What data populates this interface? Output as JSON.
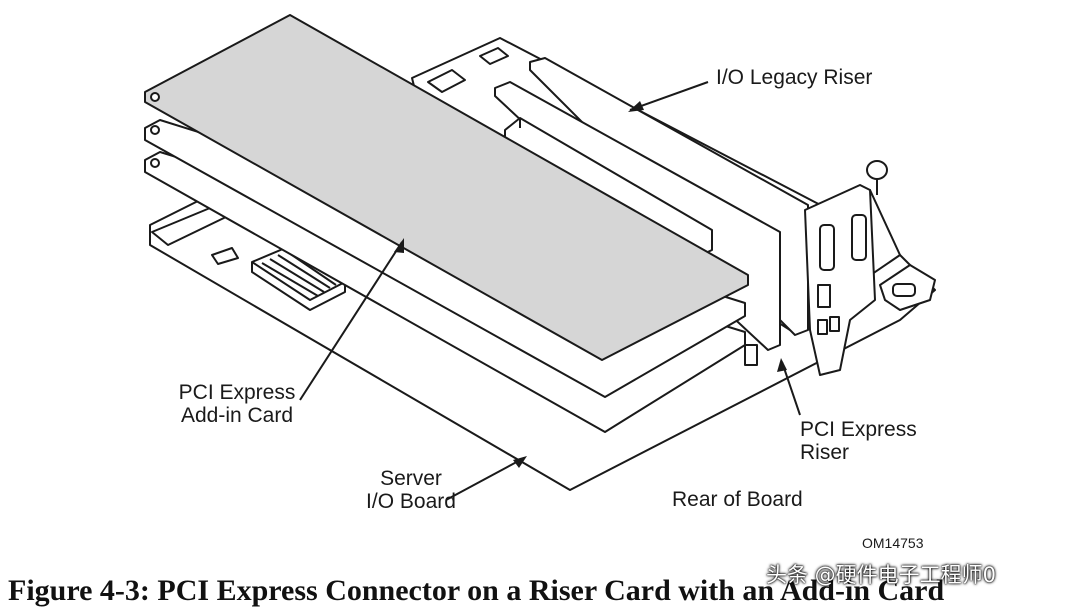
{
  "labels": {
    "io_legacy_riser": "I/O Legacy Riser",
    "pci_express_addin_card": [
      "PCI Express",
      "Add-in Card"
    ],
    "pci_express_riser": [
      "PCI Express",
      "Riser"
    ],
    "server_io_board": [
      "Server",
      "I/O Board"
    ],
    "rear_of_board": "Rear of Board",
    "figure_code": "OM14753"
  },
  "caption": "Figure 4-3:  PCI Express Connector on a Riser Card with an Add-in Card",
  "watermark": "头条 @硬件电子工程师0",
  "colors": {
    "line": "#1a1a1a",
    "top_card_fill": "#d6d6d6",
    "background": "#ffffff"
  }
}
